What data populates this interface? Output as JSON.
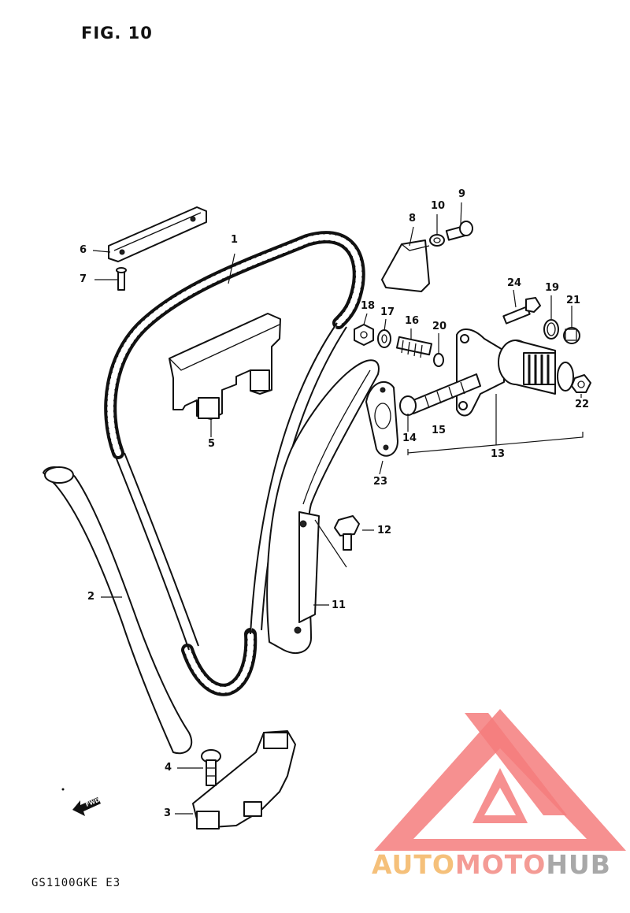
{
  "figure": {
    "title": "FIG. 10",
    "model": "GS1100GKE E3"
  },
  "callouts": [
    "1",
    "2",
    "3",
    "4",
    "5",
    "6",
    "7",
    "8",
    "9",
    "10",
    "11",
    "12",
    "13",
    "14",
    "15",
    "16",
    "17",
    "18",
    "19",
    "20",
    "21",
    "22",
    "23",
    "24"
  ],
  "direction_label": "FWD",
  "watermark": {
    "text_part1": "AUTO",
    "text_part2": "MOTO",
    "text_part3": "HUB",
    "color_primary": "#f47c7c",
    "color_secondary": "#f5c07a",
    "color_tertiary": "#a8a8a8",
    "icon": "triangle-m-logo"
  }
}
